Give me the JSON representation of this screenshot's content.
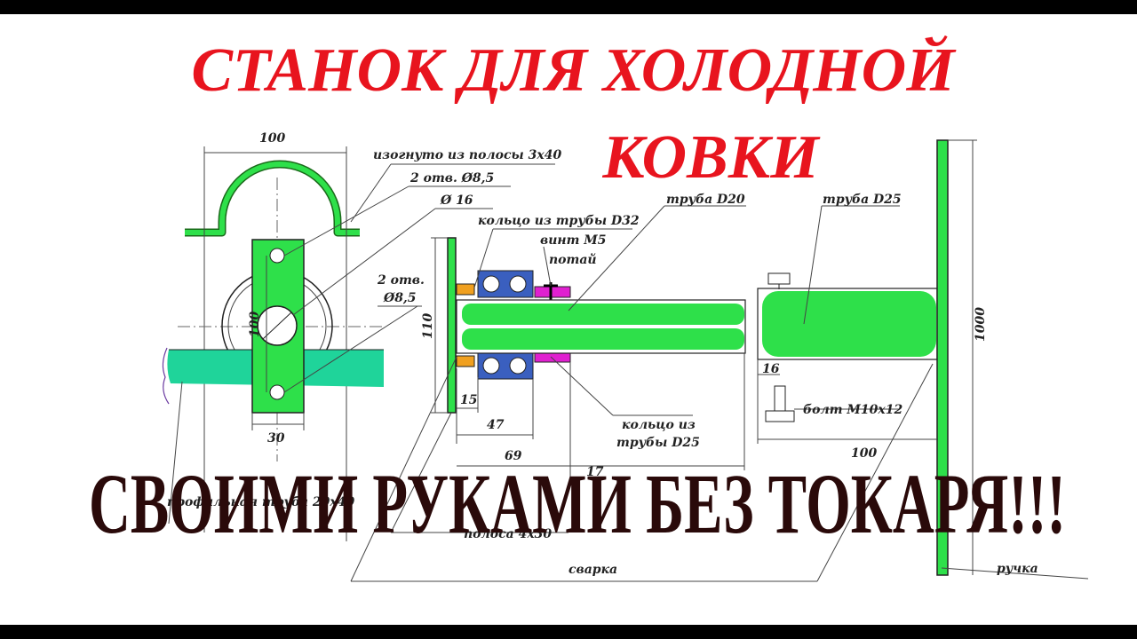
{
  "title": {
    "line1": "СТАНОК ДЛЯ ХОЛОДНОЙ",
    "line2": "КОВКИ"
  },
  "subtitle": "СВОИМИ РУКАМИ БЕЗ ТОКАРЯ!!!",
  "labels": {
    "bent_strip": "изогнуто из полосы 3х40",
    "two_holes_top": "2 отв. Ø8,5",
    "diameter_16": "Ø 16",
    "two_holes_left_1": "2 отв.",
    "two_holes_left_2": "Ø8,5",
    "ring_d32": "кольцо из трубы D32",
    "screw_m5": "винт М5",
    "countersunk": "потай",
    "pipe_d20": "труба D20",
    "pipe_d25": "труба D25",
    "bolt": "болт М10х12",
    "ring_d25_1": "кольцо из",
    "ring_d25_2": "трубы D25",
    "profile_pipe": "профильная труба 20х40",
    "strip_4x30": "полоса 4х30",
    "weld": "сварка",
    "handle": "ручка"
  },
  "dimensions": {
    "d100_top": "100",
    "d100_vert": "100",
    "d30": "30",
    "d110": "110",
    "d15": "15",
    "d47": "47",
    "d69": "69",
    "d17": "17",
    "d16": "16",
    "d100_right": "100",
    "d1000": "1000"
  },
  "colors": {
    "title": "#e8141e",
    "subtitle": "#2a0a0a",
    "green": "#2ee04a",
    "teal": "#1fd49a",
    "bearing": "#3a5fbf",
    "magenta": "#e020d0",
    "orange": "#f0a020"
  }
}
